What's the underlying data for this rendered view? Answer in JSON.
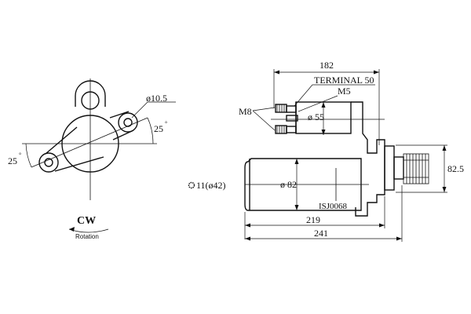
{
  "left_view": {
    "hole_dim": "ø10.5",
    "angle_right": "25",
    "angle_left": "25",
    "degree_mark": "°",
    "rotation_dir": "CW",
    "rotation_label": "Rotation"
  },
  "right_view": {
    "length_overall_top": "182",
    "terminal_label": "TERMINAL 50",
    "terminal_m5": "M5",
    "terminal_m8": "M8",
    "solenoid_dia": "ø 55",
    "motor_dia": "ø 82",
    "height_right": "82.5",
    "pinion_spec": "11(ø42)",
    "part_code": "ISJ0068",
    "length_219": "219",
    "length_241": "241"
  }
}
